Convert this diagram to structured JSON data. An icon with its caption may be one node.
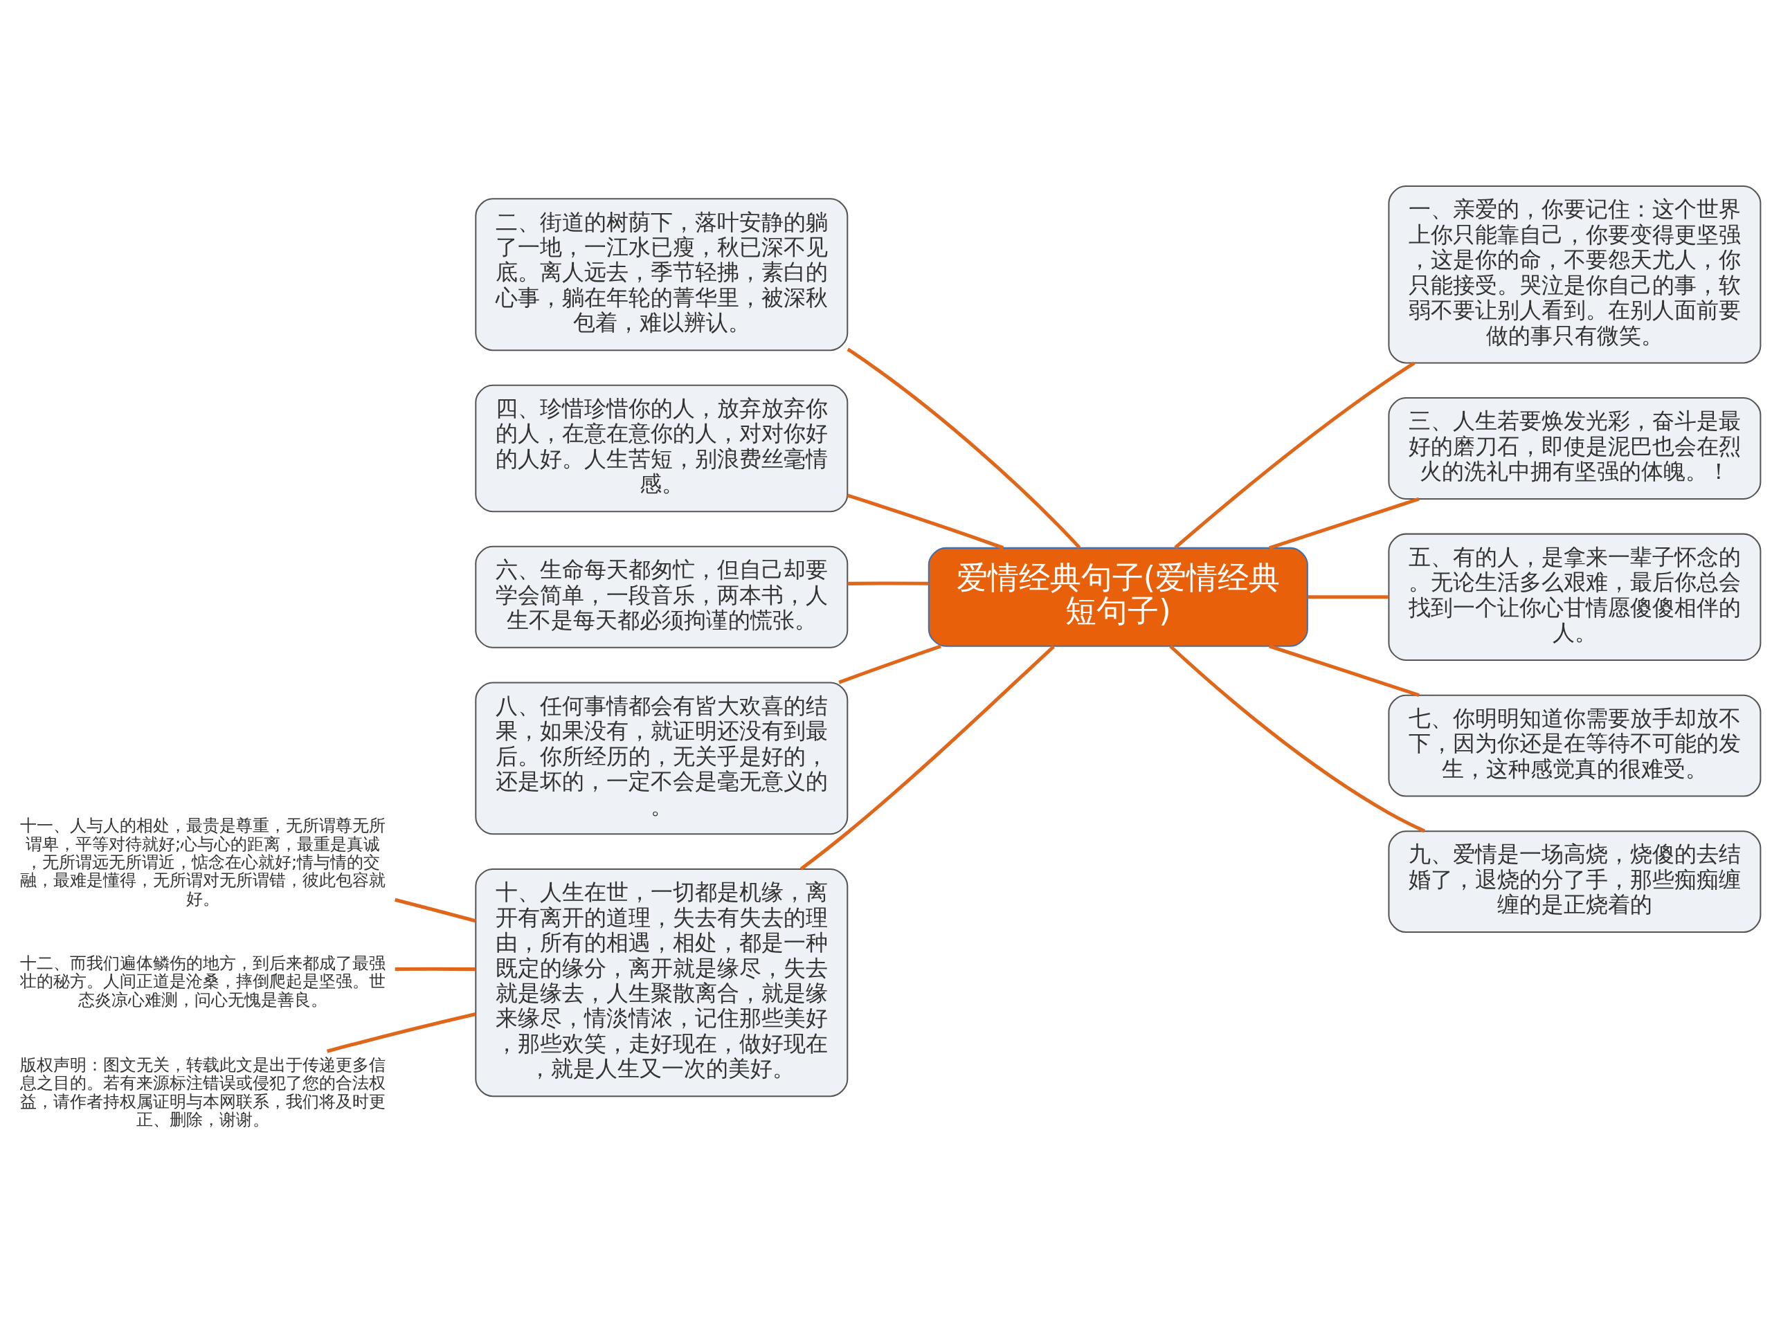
{
  "diagram": {
    "nodes": [
      {
        "text": [
          "爱情经典句子(爱情经典短句子)"
        ]
      },
      {
        "text": [
          "二、街道的树荫下，落叶安静的躺了一地，一江水已瘦，秋已深不见底。离人远去，季节轻拂，素白的心事，躺在年轮的菁华里，被深秋包着，难以辨认。"
        ]
      },
      {
        "text": [
          "四、珍惜珍惜你的人，放弃放弃你的人，在意在意你的人，对对你好的人好。人生苦短，别浪费丝毫情感。"
        ]
      },
      {
        "text": [
          "六、生命每天都匆忙，但自己却要学会简单，一段音乐，两本书，人生不是每天都必须拘谨的慌张。"
        ]
      },
      {
        "text": [
          "八、任何事情都会有皆大欢喜的结果，如果没有，就证明还没有到最后。你所经历的，无关乎是好的，还是坏的，一定不会是毫无意义的。"
        ]
      },
      {
        "text": [
          "十、人生在世，一切都是机缘，离开有离开的道理，失去有失去的理由，所有的相遇，相处，都是一种既定的缘分，离开就是缘尽，失去就是缘去，人生聚散离合，就是缘来缘尽，情淡情浓，记住那些美好，那些欢笑，走好现在，做好现在，就是人生又一次的美好。"
        ]
      },
      {
        "text": [
          "一、亲爱的，你要记住：这个世界上你只能靠自己，你要变得更坚强，这是你的命，不要怨天尤人，你只能接受。哭泣是你自己的事，软弱不要让别人看到。在别人面前要做的事只有微笑。"
        ]
      },
      {
        "text": [
          "三、人生若要焕发光彩，奋斗是最好的磨刀石，即使是泥巴也会在烈火的洗礼中拥有坚强的体魄。！"
        ]
      },
      {
        "text": [
          "五、有的人，是拿来一辈子怀念的。无论生活多么艰难，最后你总会找到一个让你心甘情愿傻傻相伴的人。"
        ]
      },
      {
        "text": [
          "七、你明明知道你需要放手却放不下，因为你还是在等待不可能的发生，这种感觉真的很难受。"
        ]
      },
      {
        "text": [
          "九、爱情是一场高烧，烧傻的去结婚了，退烧的分了手，那些痴痴缠缠的是正烧着的"
        ]
      },
      {
        "text": [
          "十一、人与人的相处，最贵是尊重，无所谓尊无所谓卑，平等对待就好;心与心的距离，最重是真诚，无所谓远无所谓近，惦念在心就好;情与情的交融，最难是懂得，无所谓对无所谓错，彼此包容就好。"
        ]
      },
      {
        "text": [
          "十二、而我们遍体鳞伤的地方，到后来都成了最强壮的秘方。人间正道是沧桑，摔倒爬起是坚强。世态炎凉心难测，问心无愧是善良。"
        ]
      },
      {
        "text": [
          "版权声明：图文无关，转载此文是出于传递更多信息之目的。若有来源标注错误或侵犯了您的合法权益，请作者持权属证明与本网联系，我们将及时更正、删除，谢谢。"
        ]
      }
    ],
    "edges": [
      {
        "from": 0,
        "to": 1,
        "arrow": "none"
      },
      {
        "from": 0,
        "to": 2,
        "arrow": "none"
      },
      {
        "from": 0,
        "to": 3,
        "arrow": "none"
      },
      {
        "from": 0,
        "to": 4,
        "arrow": "none"
      },
      {
        "from": 0,
        "to": 5,
        "arrow": "none"
      },
      {
        "from": 0,
        "to": 6,
        "arrow": "none"
      },
      {
        "from": 0,
        "to": 7,
        "arrow": "none"
      },
      {
        "from": 0,
        "to": 8,
        "arrow": "none"
      },
      {
        "from": 0,
        "to": 9,
        "arrow": "none"
      },
      {
        "from": 0,
        "to": 10,
        "arrow": "none"
      },
      {
        "from": 5,
        "to": 11,
        "arrow": "none"
      },
      {
        "from": 5,
        "to": 12,
        "arrow": "none"
      },
      {
        "from": 5,
        "to": 13,
        "arrow": "none"
      }
    ]
  }
}
